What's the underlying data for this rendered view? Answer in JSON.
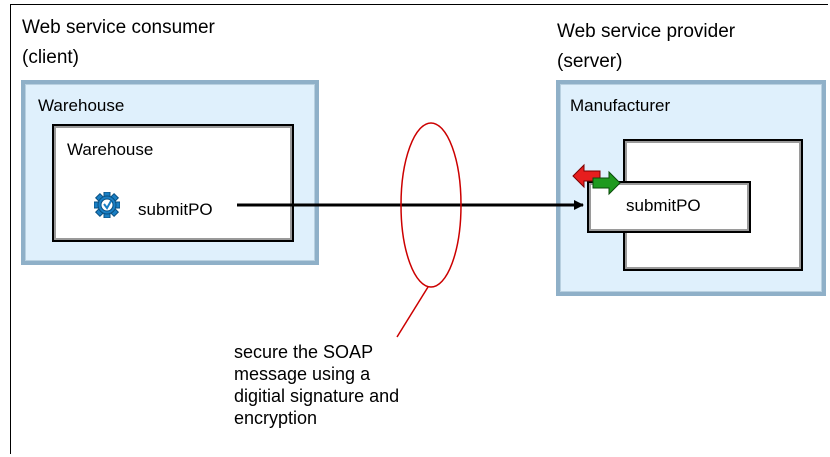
{
  "consumer": {
    "heading_line1": "Web service consumer",
    "heading_line2": "(client)",
    "region_title": "Warehouse",
    "inner_box_title": "Warehouse",
    "operation": "submitPO"
  },
  "provider": {
    "heading_line1": "Web service provider",
    "heading_line2": "(server)",
    "region_title": "Manufacturer",
    "operation": "submitPO"
  },
  "annotation": {
    "line1": "secure the SOAP",
    "line2": "message using a",
    "line3": "digitial signature and",
    "line4": "encryption"
  },
  "icons": {
    "consumer_operation_icon": "gear-icon",
    "provider_endpoint_icon": "bidirectional-arrow-icon"
  },
  "colors": {
    "region_fill": "#dff0fc",
    "region_border": "#8fb0c8",
    "ellipse": "#cc0000",
    "gear": "#1a7fc4",
    "arrow_red": "#e61e1e",
    "arrow_green": "#1e9a1e"
  }
}
